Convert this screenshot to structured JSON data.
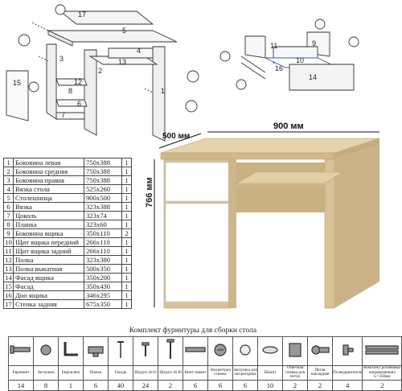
{
  "drawing_left": {
    "callouts": [
      "17",
      "5",
      "3",
      "4",
      "12",
      "13",
      "2",
      "15",
      "8",
      "6",
      "7",
      "1"
    ]
  },
  "drawing_right": {
    "callouts": [
      "11",
      "9",
      "10",
      "16",
      "14"
    ]
  },
  "desk": {
    "depth_label": "500 мм",
    "width_label": "900 мм",
    "height_label": "766 мм",
    "colors": {
      "oak": "#d8c29a",
      "oak_dark": "#c2a97c",
      "white": "#ffffff"
    }
  },
  "parts": [
    {
      "n": "1",
      "name": "Боковина левая",
      "size": "750х388",
      "qty": "1"
    },
    {
      "n": "2",
      "name": "Боковина средняя",
      "size": "750х388",
      "qty": "1"
    },
    {
      "n": "3",
      "name": "Боковина правая",
      "size": "750х388",
      "qty": "1"
    },
    {
      "n": "4",
      "name": "Вязка стола",
      "size": "525х260",
      "qty": "1"
    },
    {
      "n": "5",
      "name": "Столешница",
      "size": "900х500",
      "qty": "1"
    },
    {
      "n": "6",
      "name": "Вязка",
      "size": "323х388",
      "qty": "1"
    },
    {
      "n": "7",
      "name": "Цоколь",
      "size": "323х74",
      "qty": "1"
    },
    {
      "n": "8",
      "name": "Планка",
      "size": "323х60",
      "qty": "1"
    },
    {
      "n": "9",
      "name": "Боковина ящика",
      "size": "350х110",
      "qty": "2"
    },
    {
      "n": "10",
      "name": "Щит ящика передний",
      "size": "266х110",
      "qty": "1"
    },
    {
      "n": "11",
      "name": "Щит ящика задний",
      "size": "266х110",
      "qty": "1"
    },
    {
      "n": "12",
      "name": "Полка",
      "size": "323х380",
      "qty": "1"
    },
    {
      "n": "13",
      "name": "Полка выкатная",
      "size": "500х350",
      "qty": "1"
    },
    {
      "n": "14",
      "name": "Фасад ящика",
      "size": "350х200",
      "qty": "1"
    },
    {
      "n": "15",
      "name": "Фасад",
      "size": "350х430",
      "qty": "1"
    },
    {
      "n": "16",
      "name": "Дно ящика",
      "size": "346х295",
      "qty": "1"
    },
    {
      "n": "17",
      "name": "Стенка задняя",
      "size": "675х350",
      "qty": "1"
    }
  ],
  "hardware": {
    "title": "Комплект фурнитуры для сборки стола",
    "items": [
      {
        "name": "Евровинт",
        "qty": "14",
        "icon": "screw-icon"
      },
      {
        "name": "Заглушки",
        "qty": "8",
        "icon": "cap-icon"
      },
      {
        "name": "Евроключ",
        "qty": "1",
        "icon": "hex-key-icon"
      },
      {
        "name": "Ножка",
        "qty": "6",
        "icon": "foot-icon"
      },
      {
        "name": "Гвоздь",
        "qty": "40",
        "icon": "nail-icon"
      },
      {
        "name": "Шуруп 4х16",
        "qty": "24",
        "icon": "short-screw-icon"
      },
      {
        "name": "Шуруп 4х30",
        "qty": "2",
        "icon": "long-screw-icon"
      },
      {
        "name": "Винт-шкант",
        "qty": "6",
        "icon": "dowel-screw-icon"
      },
      {
        "name": "Эксцентрик стяжка",
        "qty": "6",
        "icon": "eccentric-icon"
      },
      {
        "name": "Заглушка для эксцентрика",
        "qty": "6",
        "icon": "eccentric-cap-icon"
      },
      {
        "name": "Шкант",
        "qty": "10",
        "icon": "dowel-icon"
      },
      {
        "name": "Ответная планка для петли",
        "qty": "2",
        "icon": "hinge-plate-icon"
      },
      {
        "name": "Петля накладная",
        "qty": "2",
        "icon": "hinge-icon"
      },
      {
        "name": "Полкодержатель",
        "qty": "4",
        "icon": "shelf-support-icon"
      },
      {
        "name": "Комплект роликовых направляющих L=350мм",
        "qty": "2",
        "icon": "drawer-slide-icon"
      }
    ]
  }
}
